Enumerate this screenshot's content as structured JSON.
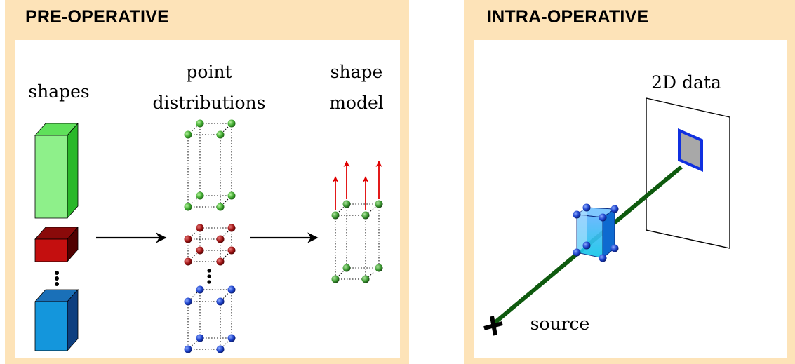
{
  "panels": {
    "pre_operative": {
      "title": "PRE-OPERATIVE",
      "labels": {
        "shapes": "shapes",
        "point_line1": "point",
        "point_line2": "distributions",
        "model_line1": "shape",
        "model_line2": "model"
      }
    },
    "intra_operative": {
      "title": "INTRA-OPERATIVE",
      "labels": {
        "data": "2D data",
        "source": "source"
      }
    }
  },
  "colors": {
    "panel_bg": "#fde3b8",
    "green_box": "#8ef08a",
    "red_box": "#c40f0f",
    "blue_box": "#1496dc",
    "arrow_red": "#e00000",
    "ray_green": "#0e5a0e",
    "detector_blue": "#1030e0"
  }
}
